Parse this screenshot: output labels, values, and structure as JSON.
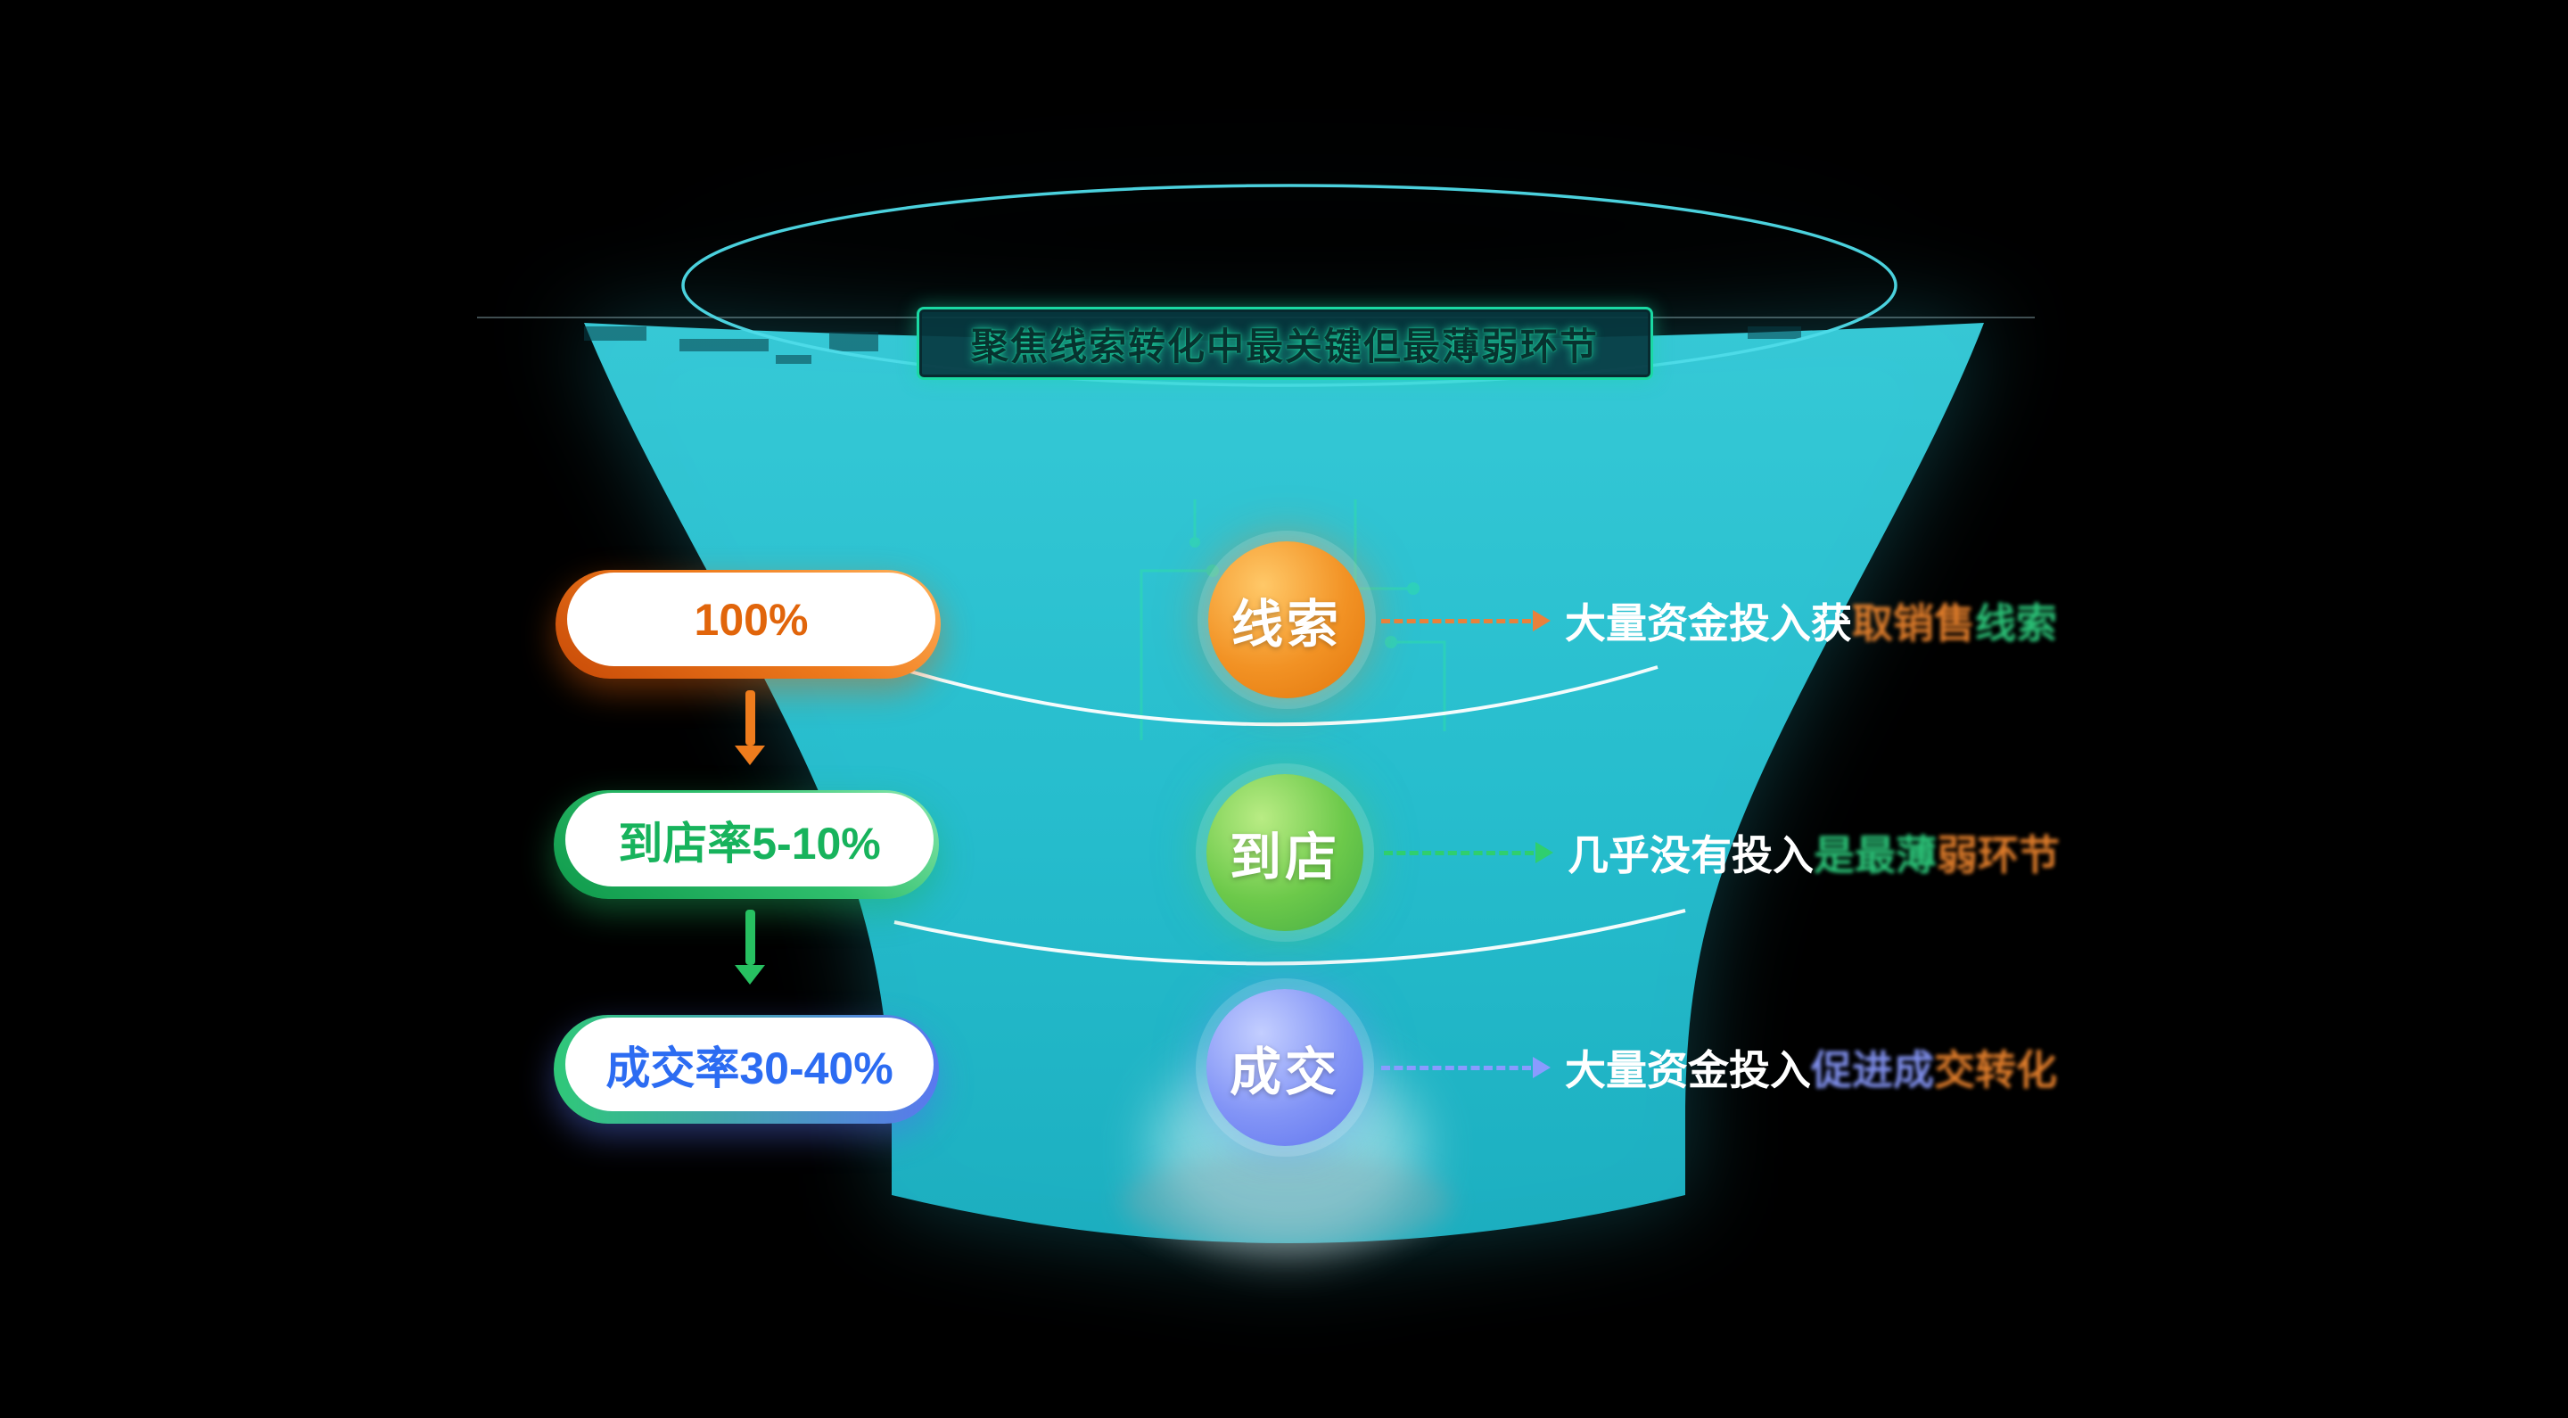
{
  "background": "#000000",
  "title": {
    "text": "聚焦线索转化中最关键但最薄弱环节"
  },
  "stages": [
    {
      "node_label": "线索",
      "pill_label": "100%",
      "annotation": {
        "plain": "大量资金投入获",
        "glitch_a": "取销售",
        "glitch_b": "线索"
      },
      "colors": {
        "accent": "#ee7c1d",
        "pill_text": "#e1650b",
        "arrow": "#e8813c"
      }
    },
    {
      "node_label": "到店",
      "pill_label": "到店率5-10%",
      "annotation": {
        "plain": "几乎没有投入",
        "glitch_a": "是最薄",
        "glitch_b": "弱环节"
      },
      "colors": {
        "accent": "#45ad45",
        "pill_text": "#17b35c",
        "arrow": "#2fcf6e"
      }
    },
    {
      "node_label": "成交",
      "pill_label": "成交率30-40%",
      "annotation": {
        "plain": "大量资金投入",
        "glitch_a": "促进成",
        "glitch_b": "交转化"
      },
      "colors": {
        "accent": "#6d82f2",
        "pill_text": "#2c6cf2",
        "arrow": "#8a9bff"
      }
    }
  ],
  "flow_arrows": [
    {
      "color": "#ee7c1d"
    },
    {
      "color": "#27c061"
    }
  ],
  "funnel_colors": {
    "fill_top": "#38cfdd",
    "fill_bottom": "#1db4c6",
    "rim_stroke": "#4fdce9",
    "divider_line": "#ffffff",
    "circuit_decor": "#2fe6a0"
  }
}
